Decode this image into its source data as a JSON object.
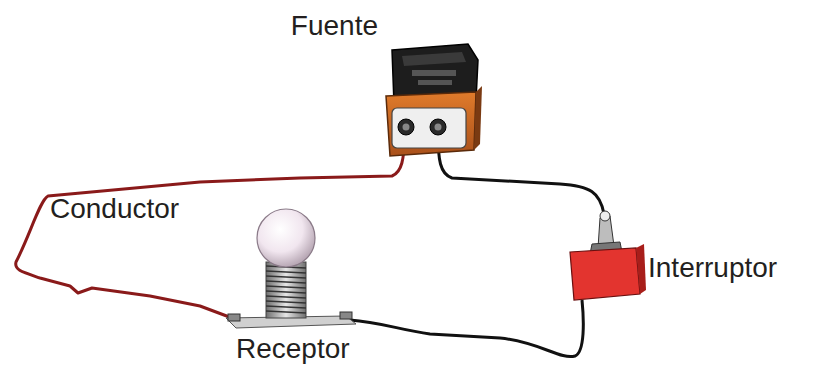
{
  "diagram": {
    "labels": [
      "Fuente",
      "Conductor",
      "Receptor",
      "Interruptor"
    ]
  }
}
